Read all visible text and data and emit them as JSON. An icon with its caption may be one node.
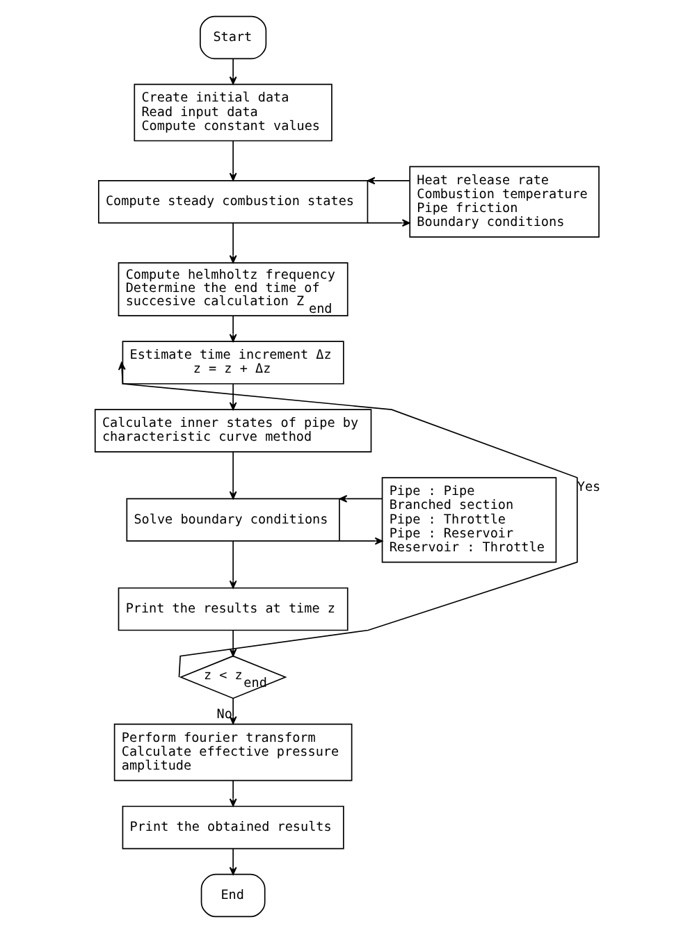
{
  "diagram": {
    "nodes": [
      {
        "text": [
          "Start"
        ]
      },
      {
        "text": [
          "Create initial data",
          "Read input data",
          "Compute constant values"
        ]
      },
      {
        "text": [
          "Compute steady combustion states"
        ]
      },
      {
        "text": [
          "Heat release rate",
          "Combustion temperature",
          "Pipe friction",
          "Boundary conditions"
        ]
      },
      {
        "text": [
          "Compute helmholtz frequency",
          "Determine the end time of succesive calculation Z$_{end}$"
        ]
      },
      {
        "text": [
          "Estimate time increment Δz",
          "z = z + Δz"
        ]
      },
      {
        "text": [
          "Calculate inner states of pipe by characteristic curve method"
        ]
      },
      {
        "text": [
          "Solve boundary conditions"
        ]
      },
      {
        "text": [
          "Pipe : Pipe",
          "Branched section",
          "Pipe : Throttle",
          "Pipe : Reservoir",
          "Reservoir : Throttle"
        ]
      },
      {
        "text": [
          "Print the results at time z"
        ]
      },
      {
        "text": [
          "z < z$_{end}$"
        ]
      },
      {
        "text": [
          "Perform fourier transform",
          "Calculate effective pressure amplitude"
        ]
      },
      {
        "text": [
          "Print the obtained results"
        ]
      },
      {
        "text": [
          "End"
        ]
      }
    ],
    "edges": [
      {
        "from": 0,
        "to": 1,
        "arrow": "to"
      },
      {
        "from": 1,
        "to": 2,
        "arrow": "to"
      },
      {
        "from": 2,
        "to": 3,
        "arrow": "to"
      },
      {
        "from": 3,
        "to": 2,
        "arrow": "to"
      },
      {
        "from": 2,
        "to": 4,
        "arrow": "to"
      },
      {
        "from": 4,
        "to": 5,
        "arrow": "to"
      },
      {
        "from": 5,
        "to": 6,
        "arrow": "to"
      },
      {
        "from": 6,
        "to": 7,
        "arrow": "to"
      },
      {
        "from": 7,
        "to": 8,
        "arrow": "to"
      },
      {
        "from": 8,
        "to": 7,
        "arrow": "to"
      },
      {
        "from": 7,
        "to": 9,
        "arrow": "to"
      },
      {
        "from": 9,
        "to": 10,
        "arrow": "to"
      },
      {
        "from": 10,
        "to": 5,
        "label": "Yes",
        "arrow": "to"
      },
      {
        "from": 10,
        "to": 11,
        "label": "No",
        "arrow": "to"
      },
      {
        "from": 11,
        "to": 12,
        "arrow": "to"
      },
      {
        "from": 12,
        "to": 13,
        "arrow": "to"
      }
    ]
  }
}
